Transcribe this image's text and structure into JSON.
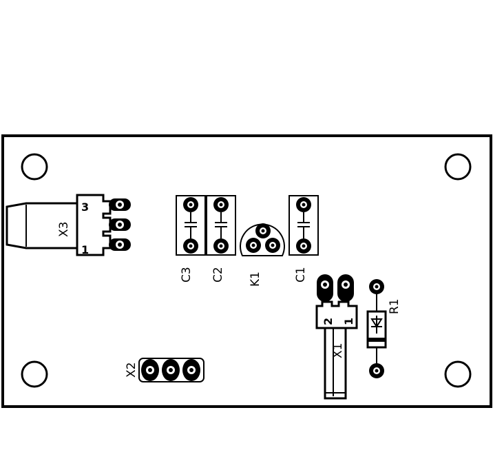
{
  "board": {
    "labels": {
      "x3": "X3",
      "x3_pin_top": "3",
      "x3_pin_bottom": "1",
      "c3": "C3",
      "c2": "C2",
      "k1": "K1",
      "c1": "C1",
      "r1": "R1",
      "x1": "X1",
      "x1_pin_left": "2",
      "x1_pin_right": "1",
      "x2": "X2"
    }
  }
}
